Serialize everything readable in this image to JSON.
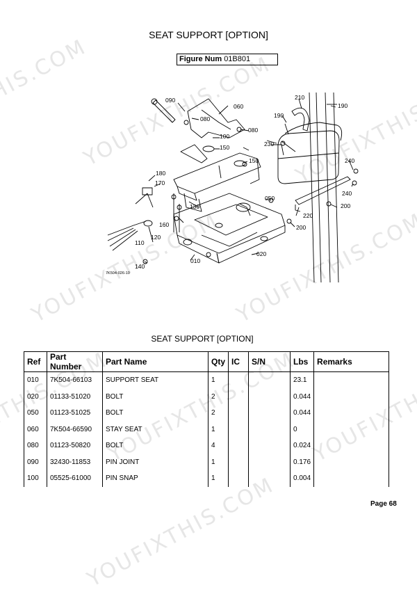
{
  "title": "SEAT SUPPORT [OPTION]",
  "figure": {
    "label": "Figure Num",
    "value": "01B801"
  },
  "diagram": {
    "callouts": [
      "090",
      "060",
      "080",
      "080",
      "100",
      "150",
      "150",
      "180",
      "170",
      "130",
      "160",
      "110",
      "120",
      "140",
      "010",
      "020",
      "050",
      "210",
      "190",
      "190",
      "230",
      "240",
      "240",
      "200",
      "200",
      "220"
    ],
    "drawing_code": "7K504-026-10"
  },
  "table": {
    "title": "SEAT SUPPORT [OPTION]",
    "headers": [
      "Ref",
      "Part Number",
      "Part Name",
      "Qty",
      "IC",
      "S/N",
      "Lbs",
      "Remarks"
    ],
    "rows": [
      [
        "010",
        "7K504-66103",
        "SUPPORT SEAT",
        "1",
        "",
        "",
        "23.1",
        ""
      ],
      [
        "020",
        "01133-51020",
        "BOLT",
        "2",
        "",
        "",
        "0.044",
        ""
      ],
      [
        "050",
        "01123-51025",
        "BOLT",
        "2",
        "",
        "",
        "0.044",
        ""
      ],
      [
        "060",
        "7K504-66590",
        "STAY SEAT",
        "1",
        "",
        "",
        "0",
        ""
      ],
      [
        "080",
        "01123-50820",
        "BOLT",
        "4",
        "",
        "",
        "0.024",
        ""
      ],
      [
        "090",
        "32430-11853",
        "PIN JOINT",
        "1",
        "",
        "",
        "0.176",
        ""
      ],
      [
        "100",
        "05525-61000",
        "PIN SNAP",
        "1",
        "",
        "",
        "0.004",
        ""
      ]
    ]
  },
  "watermark": "YOUFIXTHIS.COM",
  "page": "Page 68"
}
